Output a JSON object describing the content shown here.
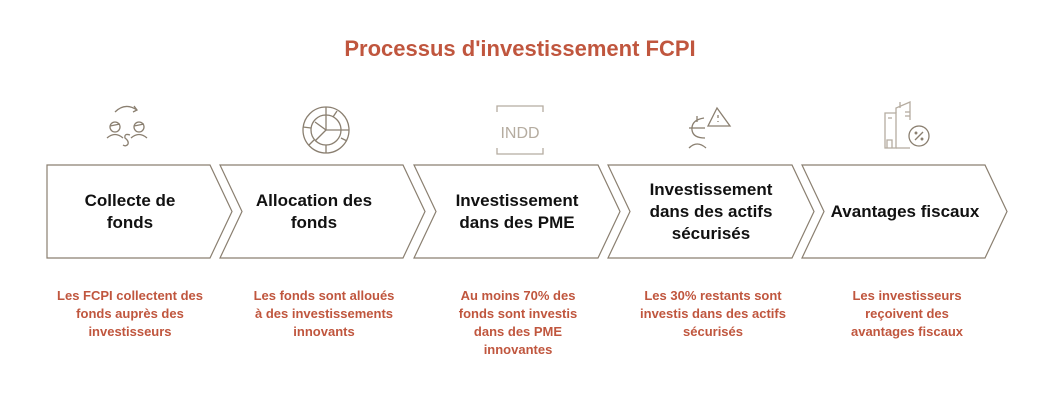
{
  "title": "Processus d'investissement FCPI",
  "colors": {
    "accent": "#c0563e",
    "stroke": "#8a7f70"
  },
  "steps": [
    {
      "label": "Collecte de fonds",
      "desc": "Les FCPI collectent des fonds auprès des investisseurs",
      "icon": "money-exchange-icon"
    },
    {
      "label": "Allocation des fonds",
      "desc": "Les fonds sont alloués à des investissements innovants",
      "icon": "allocation-wheel-icon"
    },
    {
      "label": "Investissement dans des PME",
      "desc": "Au moins 70% des fonds sont investis dans des PME innovantes",
      "icon": "indd-file-icon"
    },
    {
      "label": "Investissement dans des actifs sécurisés",
      "desc": "Les 30% restants sont investis dans des actifs sécurisés",
      "icon": "euro-risk-icon"
    },
    {
      "label": "Avantages fiscaux",
      "desc": "Les investisseurs reçoivent des avantages fiscaux",
      "icon": "building-percent-icon"
    }
  ]
}
